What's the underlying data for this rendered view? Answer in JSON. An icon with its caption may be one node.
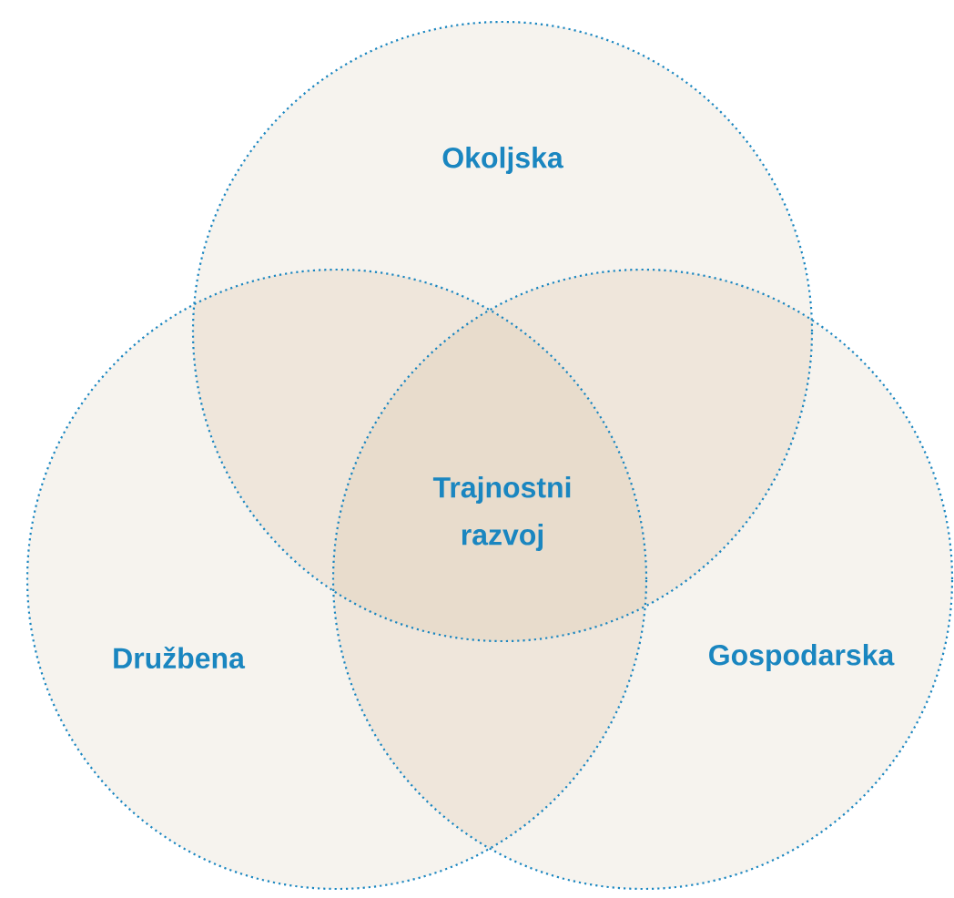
{
  "diagram": {
    "nodes": [
      {
        "text": [
          "Okoljska"
        ]
      },
      {
        "text": [
          "Družbena"
        ]
      },
      {
        "text": [
          "Gospodarska"
        ]
      }
    ],
    "labels": [
      "Trajnostni razvoj"
    ]
  }
}
